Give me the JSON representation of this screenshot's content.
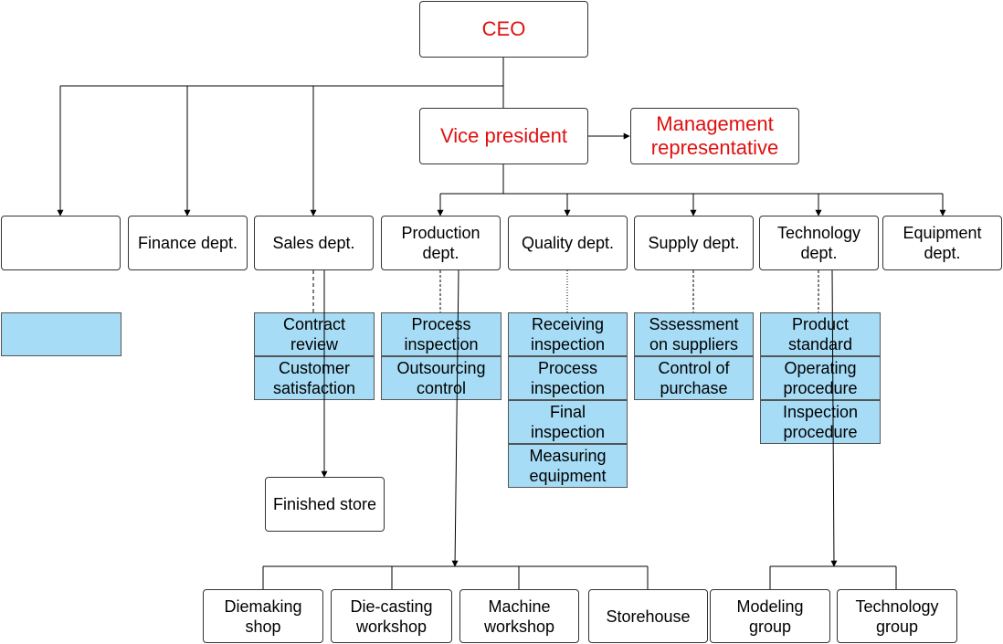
{
  "colors": {
    "accent_red": "#e01010",
    "cell_fill": "#a6dcf5",
    "line": "#000000"
  },
  "top": {
    "ceo": "CEO",
    "vice_president": "Vice president",
    "management_rep": "Management\nrepresentative"
  },
  "departments": {
    "blank": "",
    "finance": "Finance dept.",
    "sales": "Sales   dept.",
    "production": "Production\ndept.",
    "quality": "Quality dept.",
    "supply": "Supply dept.",
    "technology": "Technology\ndept.",
    "equipment": "Equipment\ndept."
  },
  "functions": {
    "sales": [
      "Contract\nreview",
      "Customer\nsatisfaction"
    ],
    "production": [
      "Process\ninspection",
      "Outsourcing\ncontrol"
    ],
    "quality": [
      "Receiving\ninspection",
      "Process\ninspection",
      "Final\ninspection",
      "Measuring\nequipment"
    ],
    "supply": [
      "Sssessment\non suppliers",
      "Control of\npurchase"
    ],
    "technology": [
      "Product\nstandard",
      "Operating\nprocedure",
      "Inspection\nprocedure"
    ]
  },
  "units": {
    "finished_store": "Finished store",
    "production": [
      "Diemaking\nshop",
      "Die-casting\nworkshop",
      "Machine\nworkshop",
      "Storehouse"
    ],
    "technology": [
      "Modeling\ngroup",
      "Technology\ngroup"
    ]
  }
}
